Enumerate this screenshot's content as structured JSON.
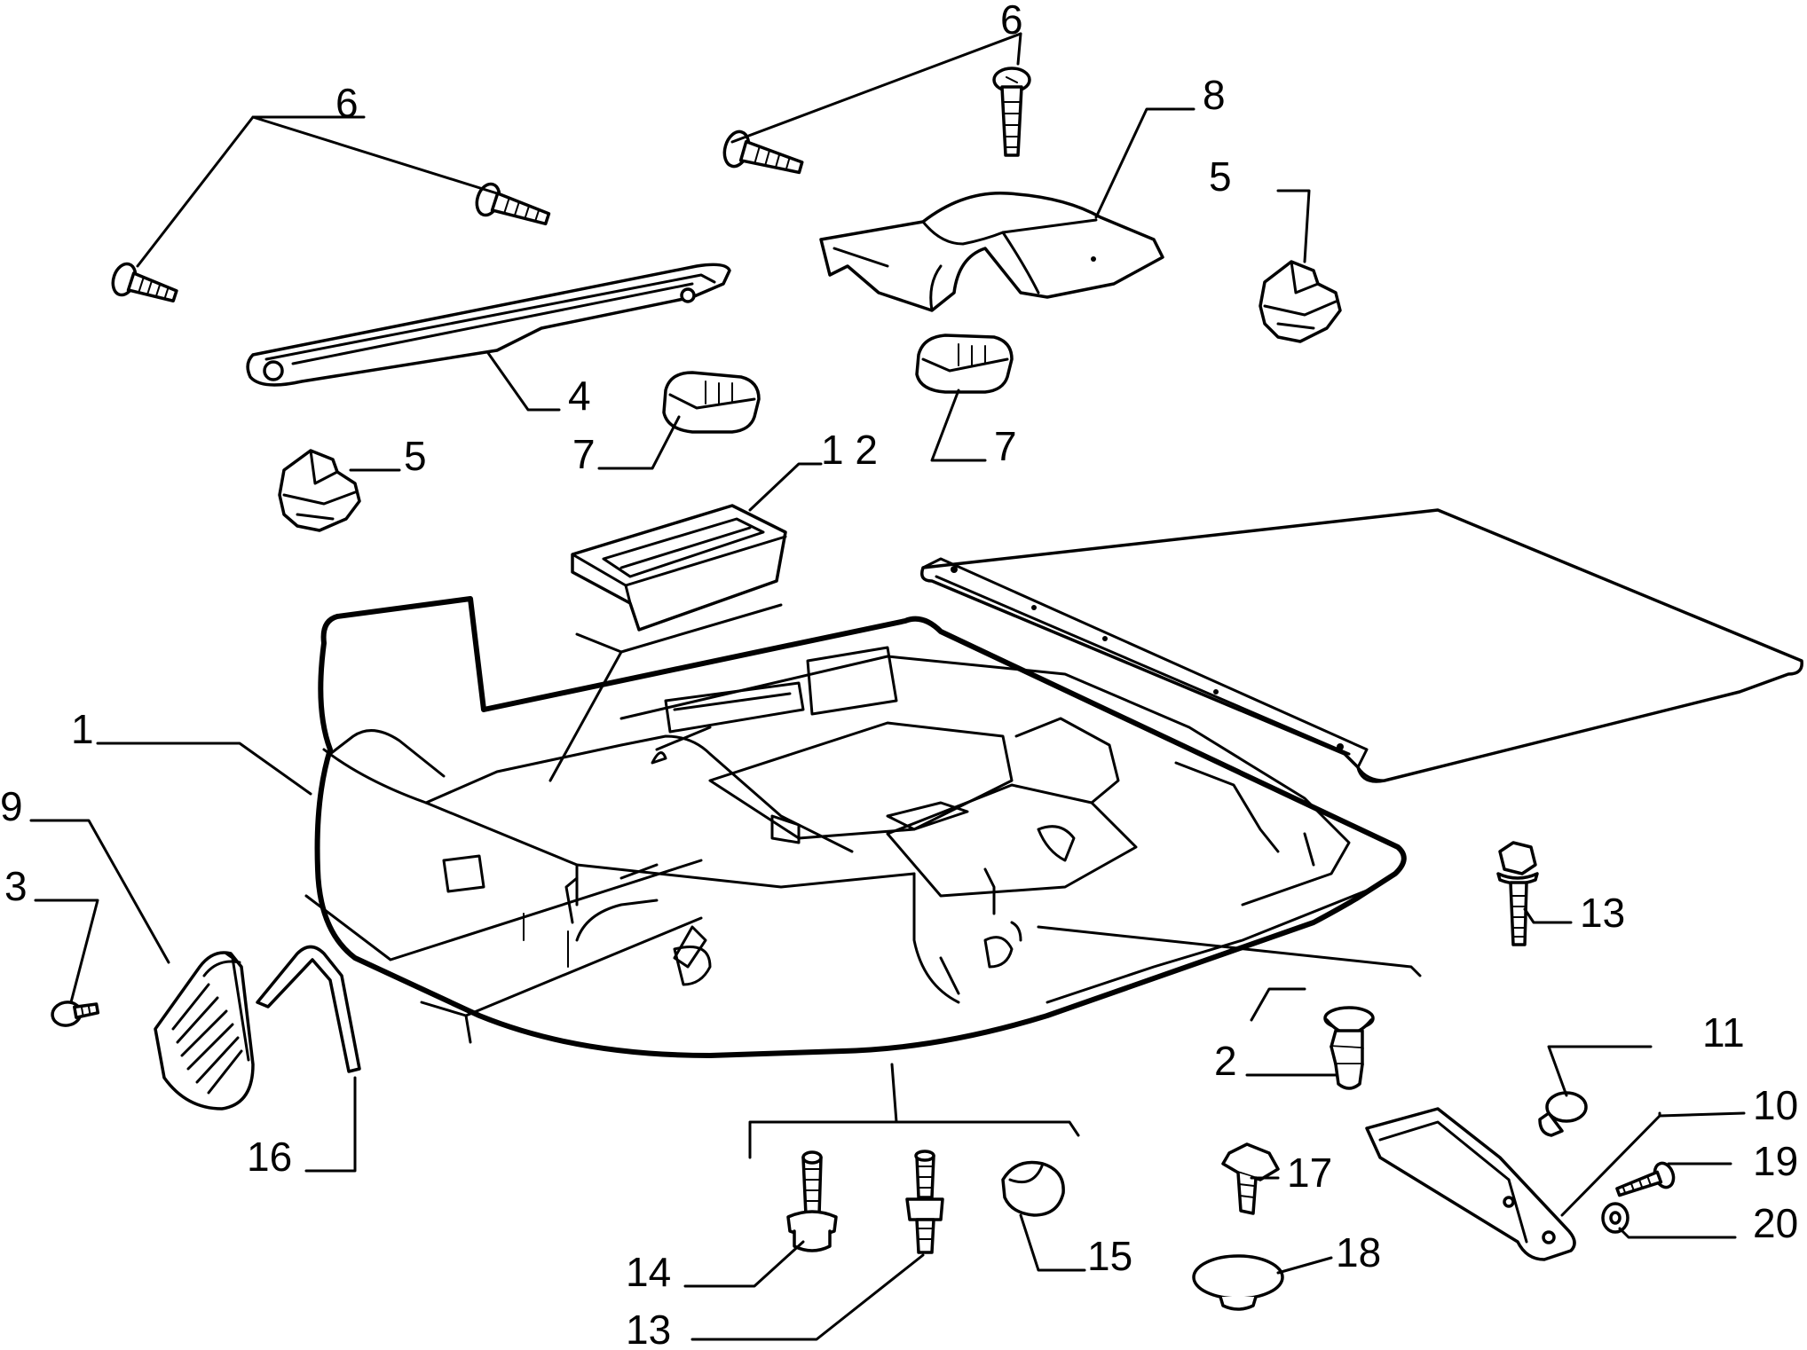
{
  "callouts": {
    "c1": "1",
    "c2": "2",
    "c3": "3",
    "c4": "4",
    "c5_left": "5",
    "c5_right": "5",
    "c6_left": "6",
    "c6_top": "6",
    "c7_left": "7",
    "c7_right": "7",
    "c8": "8",
    "c9": "9",
    "c10": "10",
    "c11": "11",
    "c12": "1 2",
    "c13_right": "13",
    "c13_bottom": "13",
    "c14": "14",
    "c15": "15",
    "c16": "16",
    "c17": "17",
    "c18": "18",
    "c19": "19",
    "c20": "20"
  }
}
